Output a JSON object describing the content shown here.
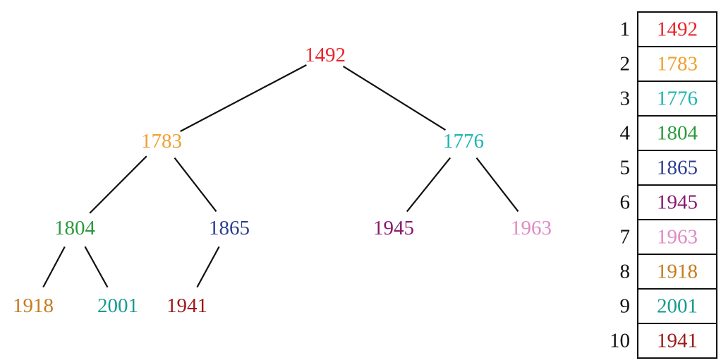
{
  "colors": {
    "red": "#e8242b",
    "orange": "#f0a030",
    "cyan": "#1cb5b0",
    "green": "#2b9a3c",
    "navy": "#2c3e8f",
    "purple": "#8a1a6e",
    "pink": "#e08ac4",
    "brown": "#c47c1e",
    "teal": "#169b90",
    "maroon": "#9e1a1a"
  },
  "tree": {
    "nodes": [
      {
        "id": "n1",
        "label": "1492",
        "color": "red",
        "children": [
          "n2",
          "n3"
        ]
      },
      {
        "id": "n2",
        "label": "1783",
        "color": "orange",
        "children": [
          "n4",
          "n5"
        ]
      },
      {
        "id": "n3",
        "label": "1776",
        "color": "cyan",
        "children": [
          "n6",
          "n7"
        ]
      },
      {
        "id": "n4",
        "label": "1804",
        "color": "green",
        "children": [
          "n8",
          "n9"
        ]
      },
      {
        "id": "n5",
        "label": "1865",
        "color": "navy",
        "children": [
          "n10"
        ]
      },
      {
        "id": "n6",
        "label": "1945",
        "color": "purple",
        "children": []
      },
      {
        "id": "n7",
        "label": "1963",
        "color": "pink",
        "children": []
      },
      {
        "id": "n8",
        "label": "1918",
        "color": "brown",
        "children": []
      },
      {
        "id": "n9",
        "label": "2001",
        "color": "teal",
        "children": []
      },
      {
        "id": "n10",
        "label": "1941",
        "color": "maroon",
        "children": []
      }
    ]
  },
  "array": {
    "cells": [
      {
        "index": "1",
        "value": "1492",
        "color": "red"
      },
      {
        "index": "2",
        "value": "1783",
        "color": "orange"
      },
      {
        "index": "3",
        "value": "1776",
        "color": "cyan"
      },
      {
        "index": "4",
        "value": "1804",
        "color": "green"
      },
      {
        "index": "5",
        "value": "1865",
        "color": "navy"
      },
      {
        "index": "6",
        "value": "1945",
        "color": "purple"
      },
      {
        "index": "7",
        "value": "1963",
        "color": "pink"
      },
      {
        "index": "8",
        "value": "1918",
        "color": "brown"
      },
      {
        "index": "9",
        "value": "2001",
        "color": "teal"
      },
      {
        "index": "10",
        "value": "1941",
        "color": "maroon"
      }
    ]
  }
}
